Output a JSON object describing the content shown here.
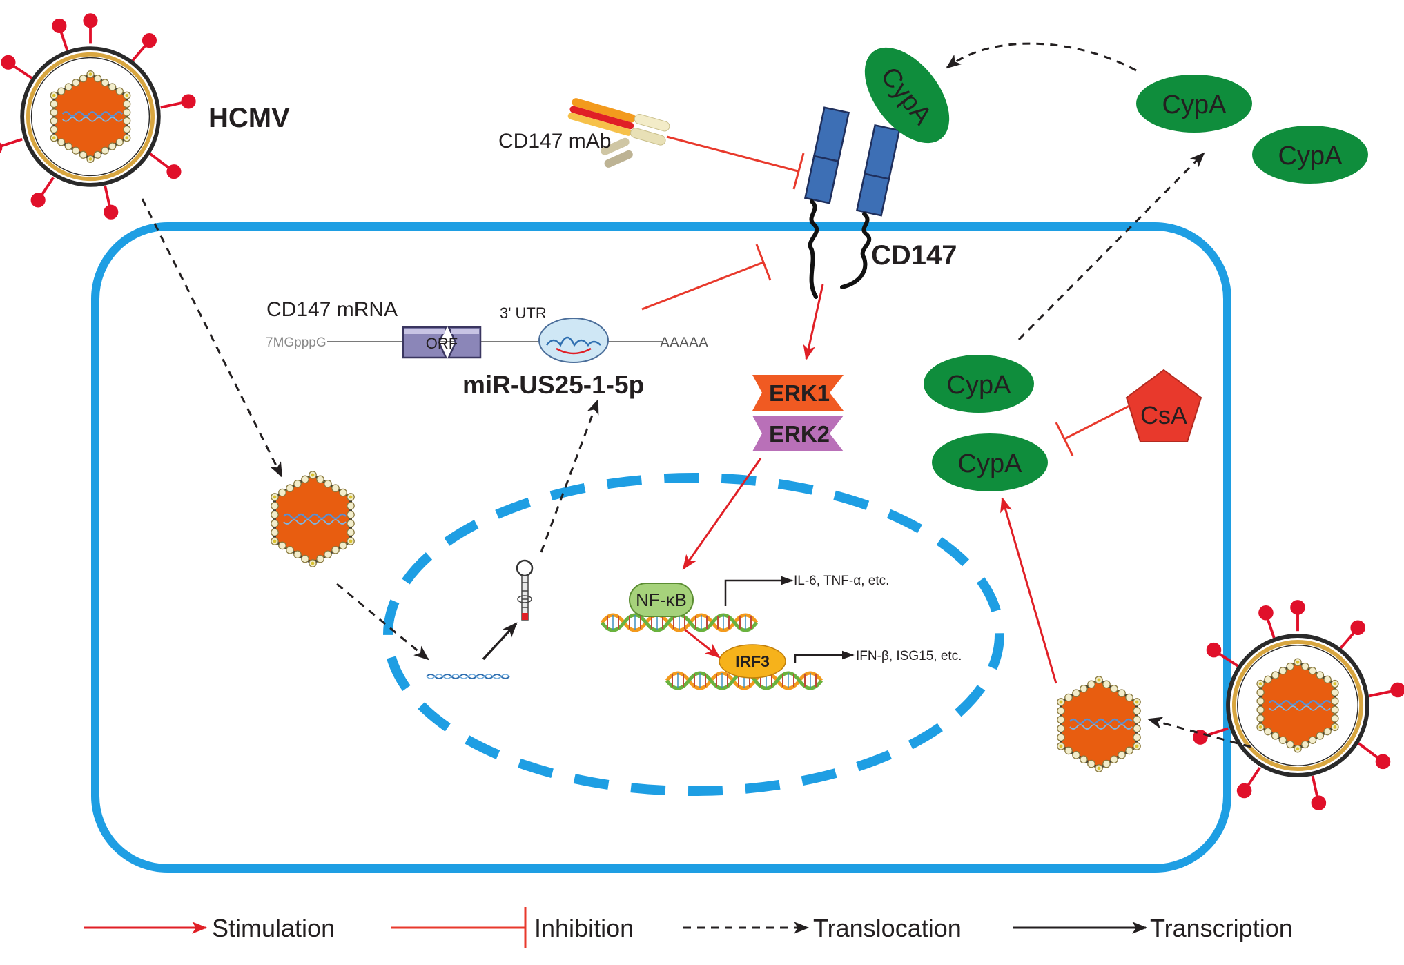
{
  "colors": {
    "membrane": "#1e9ee3",
    "stimulation": "#e01f26",
    "inhibition": "#e8392c",
    "cypa": "#0f8d3c",
    "csa": "#e8392c",
    "capsid": "#e85d10",
    "spike": "#e0102a",
    "cd147": "#3d6fb5",
    "erk1": "#f05a22",
    "erk2": "#b970b8",
    "nfkb": "#a6d27b",
    "irf3": "#f6b21b",
    "dna_orange": "#f39a1d",
    "dna_green": "#6ab23e"
  },
  "labels": {
    "hcmv": "HCMV",
    "cd147_mab": "CD147 mAb",
    "cd147": "CD147",
    "cd147_mrna": "CD147 mRNA",
    "utr": "3' UTR",
    "cap": "7MGpppG",
    "orf": "ORF",
    "polya": "AAAAA",
    "mirna": "miR-US25-1-5p",
    "erk1": "ERK1",
    "erk2": "ERK2",
    "nfkb": "NF-κB",
    "nfkb_targets": "IL-6, TNF-α, etc.",
    "irf3": "IRF3",
    "irf3_targets": "IFN-β, ISG15, etc.",
    "cypa": "CypA",
    "csa": "CsA"
  },
  "legend": [
    {
      "key": "stimulation",
      "label": "Stimulation"
    },
    {
      "key": "inhibition",
      "label": "Inhibition"
    },
    {
      "key": "translocation",
      "label": "Translocation"
    },
    {
      "key": "transcription",
      "label": "Transcription"
    }
  ]
}
